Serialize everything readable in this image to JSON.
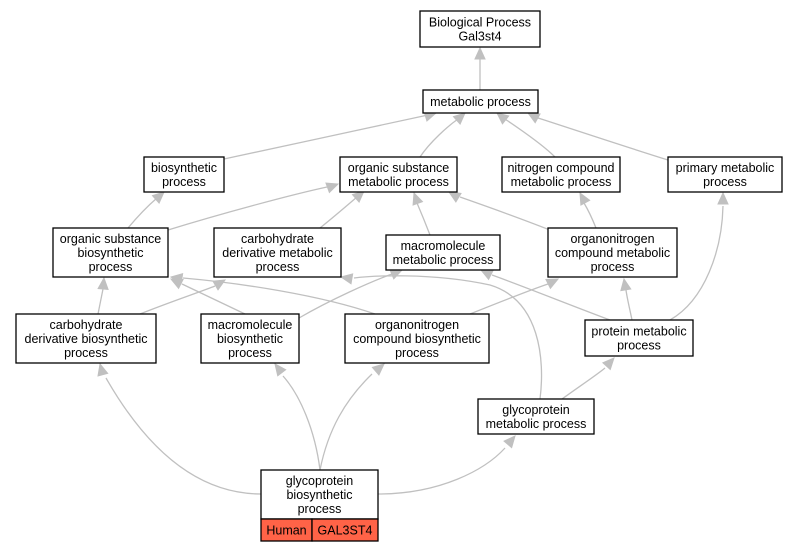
{
  "graph": {
    "root": {
      "lines": [
        "Biological Process",
        "Gal3st4"
      ]
    },
    "metabolic": {
      "lines": [
        "metabolic process"
      ]
    },
    "biosynthetic": {
      "lines": [
        "biosynthetic",
        "process"
      ]
    },
    "organic_metabolic": {
      "lines": [
        "organic substance",
        "metabolic process"
      ]
    },
    "nitrogen": {
      "lines": [
        "nitrogen compound",
        "metabolic process"
      ]
    },
    "primary": {
      "lines": [
        "primary metabolic",
        "process"
      ]
    },
    "organic_biosynthetic": {
      "lines": [
        "organic substance",
        "biosynthetic",
        "process"
      ]
    },
    "carb_deriv_metabolic": {
      "lines": [
        "carbohydrate",
        "derivative metabolic",
        "process"
      ]
    },
    "macromolecule_metabolic": {
      "lines": [
        "macromolecule",
        "metabolic process"
      ]
    },
    "organonitrogen_metabolic": {
      "lines": [
        "organonitrogen",
        "compound metabolic",
        "process"
      ]
    },
    "carb_deriv_biosynthetic": {
      "lines": [
        "carbohydrate",
        "derivative biosynthetic",
        "process"
      ]
    },
    "macromolecule_biosynthetic": {
      "lines": [
        "macromolecule",
        "biosynthetic",
        "process"
      ]
    },
    "organonitrogen_biosynthetic": {
      "lines": [
        "organonitrogen",
        "compound biosynthetic",
        "process"
      ]
    },
    "protein_metabolic": {
      "lines": [
        "protein metabolic",
        "process"
      ]
    },
    "glycoprotein_metabolic": {
      "lines": [
        "glycoprotein",
        "metabolic process"
      ]
    },
    "glycoprotein_biosynthetic": {
      "lines": [
        "glycoprotein",
        "biosynthetic",
        "process"
      ]
    },
    "annotation": {
      "species": "Human",
      "gene": "GAL3ST4",
      "color": "#ff6347"
    },
    "edge_color": "#c0c0c0"
  }
}
